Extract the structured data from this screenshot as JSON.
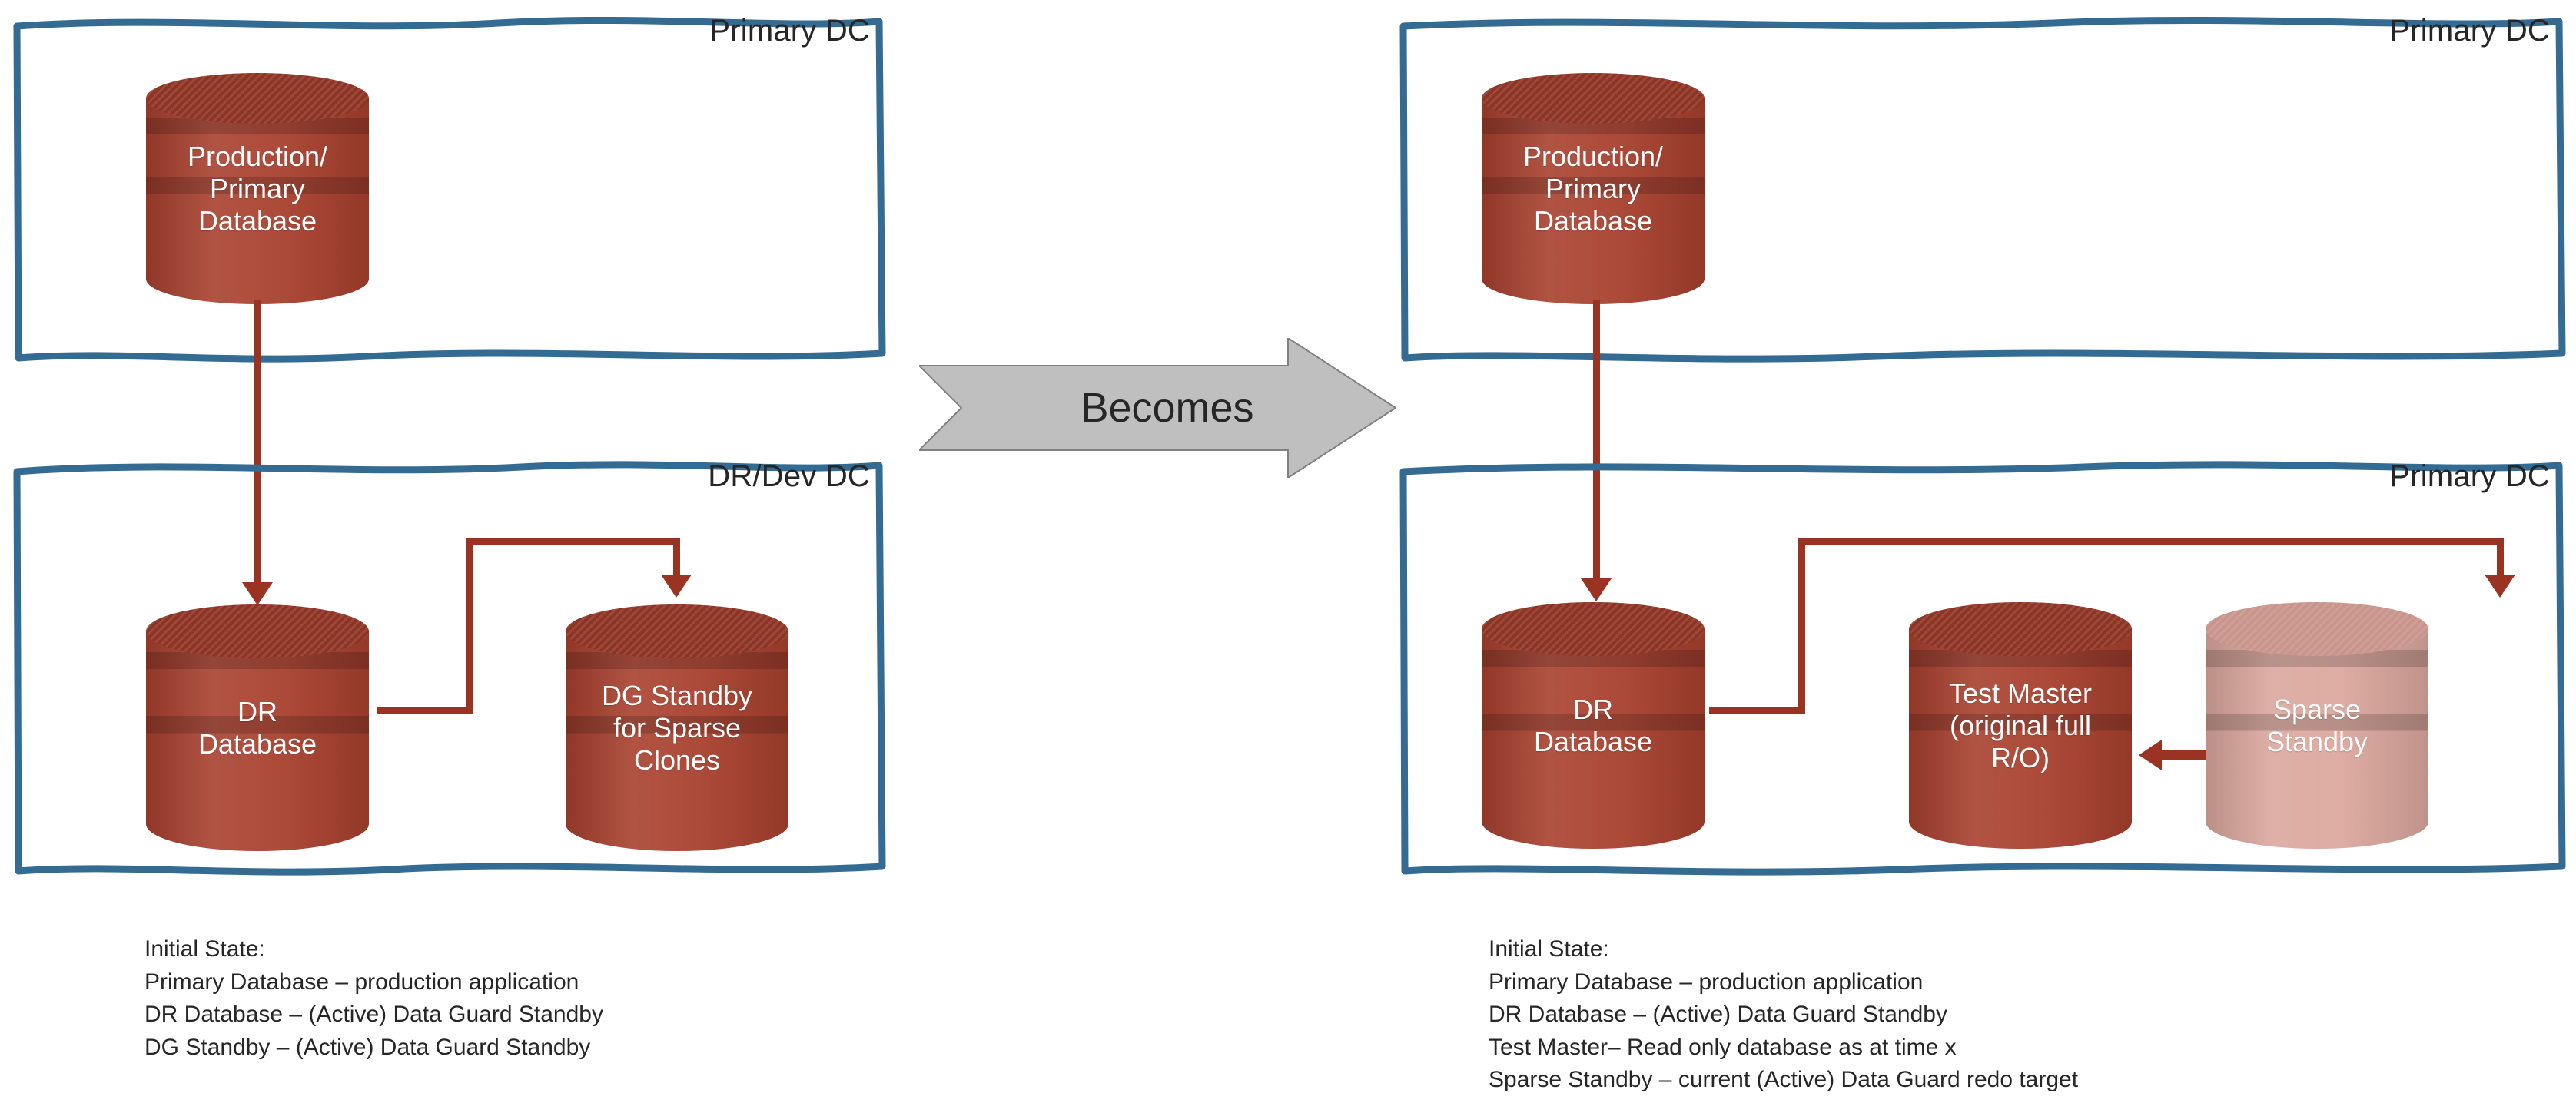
{
  "colors": {
    "box_stroke": "#336B92",
    "cylinder_fill": "#A8402E",
    "cylinder_top": "#8E3425",
    "cylinder_faded_fill": "#DBA79D",
    "cylinder_faded_top": "#C9948B",
    "connector": "#9B3322",
    "chevron_fill": "#BFBFBF",
    "chevron_stroke": "#808080",
    "text": "#262626"
  },
  "left": {
    "top_box": {
      "label": "Primary DC",
      "cylinders": [
        {
          "id": "production-primary-database",
          "caption": "Production/\nPrimary\nDatabase",
          "faded": false
        }
      ]
    },
    "bottom_box": {
      "label": "DR/Dev DC",
      "cylinders": [
        {
          "id": "dr-database",
          "caption": "DR\nDatabase",
          "faded": false
        },
        {
          "id": "dg-standby-for-sparse-clones",
          "caption": "DG Standby\nfor Sparse\nClones",
          "faded": false
        }
      ]
    },
    "notes": [
      "Initial State:",
      "Primary Database – production application",
      "DR Database – (Active) Data Guard Standby",
      "DG Standby – (Active) Data Guard Standby"
    ]
  },
  "transition": {
    "label": "Becomes",
    "icon": "right-chevron-arrow"
  },
  "right": {
    "top_box": {
      "label": "Primary DC",
      "cylinders": [
        {
          "id": "production-primary-database",
          "caption": "Production/\nPrimary\nDatabase",
          "faded": false
        }
      ]
    },
    "bottom_box": {
      "label": "Primary DC",
      "cylinders": [
        {
          "id": "dr-database",
          "caption": "DR\nDatabase",
          "faded": false
        },
        {
          "id": "test-master",
          "caption": "Test Master\n(original full\nR/O)",
          "faded": false
        },
        {
          "id": "sparse-standby",
          "caption": "Sparse\nStandby",
          "faded": true
        }
      ]
    },
    "notes": [
      "Initial State:",
      "Primary Database – production application",
      "DR Database – (Active) Data Guard Standby",
      "Test Master– Read only database as at time x",
      "Sparse Standby – current (Active) Data Guard redo target"
    ]
  }
}
